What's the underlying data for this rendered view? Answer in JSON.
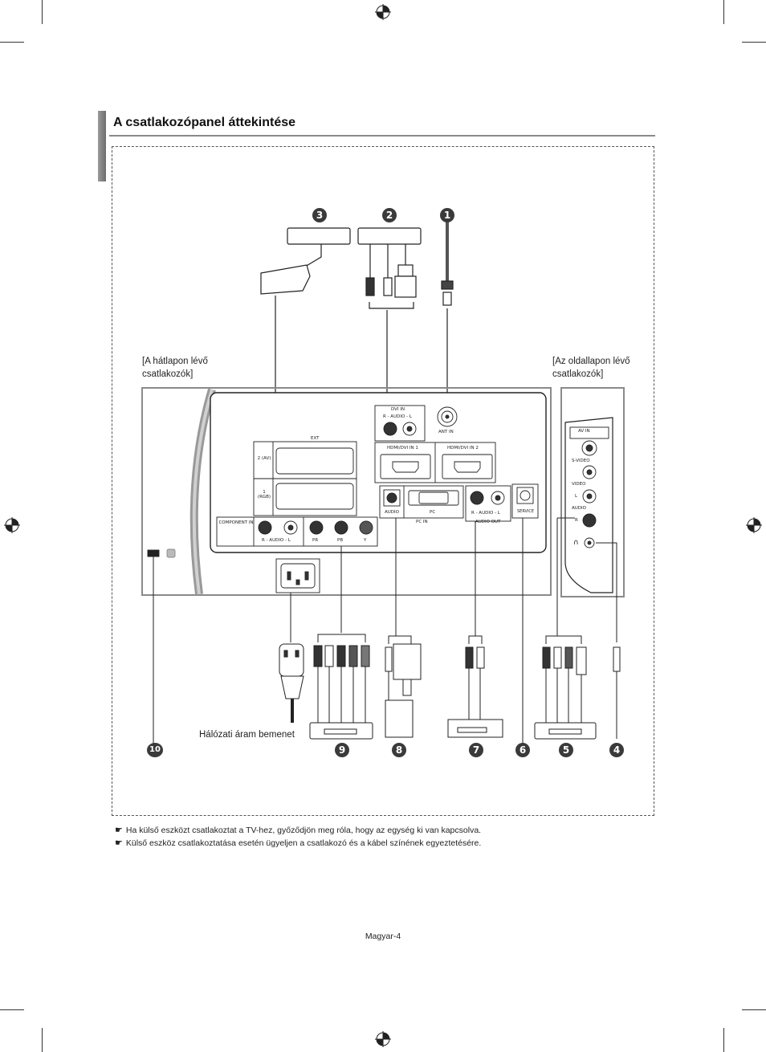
{
  "page": {
    "title": "A csatlakozópanel áttekintése",
    "footer": "Magyar-4"
  },
  "labels": {
    "rear_panel": "[A hátlapon lévő csatlakozók]",
    "side_panel": "[Az oldallapon lévő csatlakozók]",
    "power_input": "Hálózati áram bemenet"
  },
  "panel_text": {
    "ext": "EXT",
    "ext2": "2 (AV)",
    "ext1": "1 (RGB)",
    "dvi_in": "DVI IN",
    "dvi_audio": "R - AUDIO - L",
    "ant_in": "ANT IN",
    "hdmi1": "HDMI/DVI IN 1",
    "hdmi2": "HDMI/DVI IN 2",
    "component_in": "COMPONENT IN",
    "component_audio": "R - AUDIO - L",
    "pr": "PR",
    "pb": "PB",
    "y": "Y",
    "audio": "AUDIO",
    "pc": "PC",
    "pc_in": "PC IN",
    "audio_out_rl": "R - AUDIO - L",
    "audio_out": "AUDIO OUT",
    "service": "SERVICE",
    "av_in": "AV IN",
    "s_video": "S-VIDEO",
    "video": "VIDEO",
    "side_audio": "AUDIO",
    "side_l": "L",
    "side_r": "R"
  },
  "callouts": [
    "1",
    "2",
    "3",
    "4",
    "5",
    "6",
    "7",
    "8",
    "9",
    "10"
  ],
  "notes": [
    {
      "icon": "pointing-hand-icon",
      "text": "Ha külső eszközt csatlakoztat a TV-hez, győződjön meg róla, hogy az egység ki van kapcsolva."
    },
    {
      "icon": "pointing-hand-icon",
      "text": "Külső eszköz csatlakoztatása esetén ügyeljen a csatlakozó és a kábel színének egyeztetésére."
    }
  ]
}
